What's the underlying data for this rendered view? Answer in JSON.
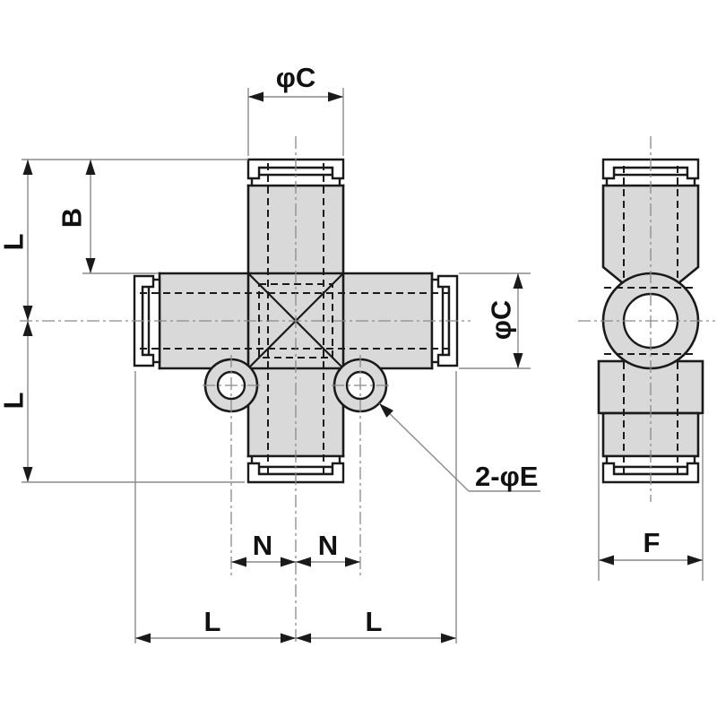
{
  "labels": {
    "phi_c_top": "φC",
    "phi_c_right": "φC",
    "b": "B",
    "l_left_upper": "L",
    "l_left_lower": "L",
    "n_left": "N",
    "n_right": "N",
    "l_bottom_left": "L",
    "l_bottom_right": "L",
    "hole_callout": "2-φE",
    "f_width": "F"
  },
  "colors": {
    "background": "#ffffff",
    "body_fill": "#d9d9d9",
    "outline": "#1a1a1a",
    "dim": "#8a8a8a",
    "text": "#111111"
  }
}
